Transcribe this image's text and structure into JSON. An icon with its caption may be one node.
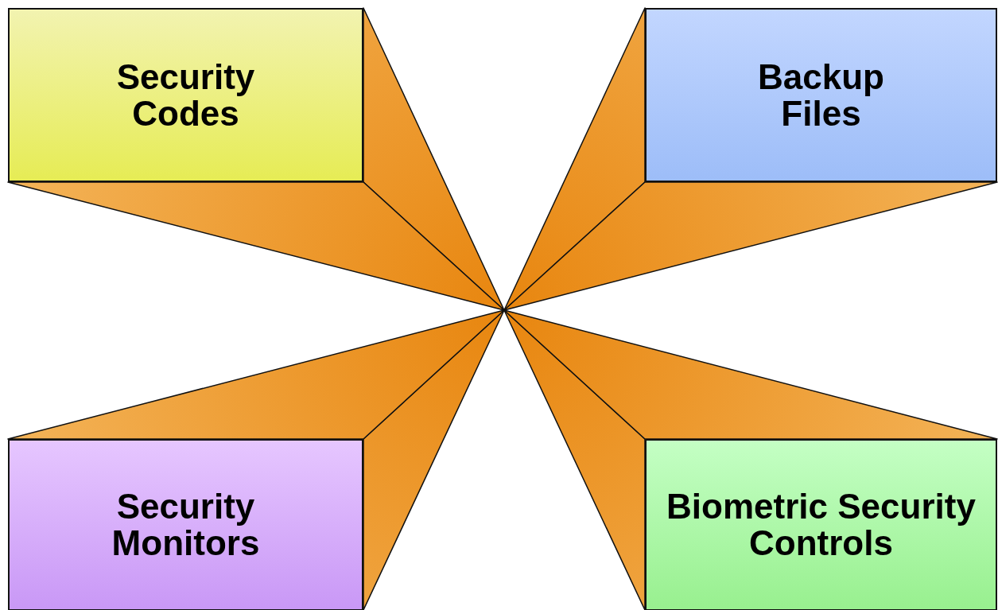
{
  "diagram": {
    "nodes": [
      {
        "text": [
          "Security Codes"
        ]
      },
      {
        "text": [
          "Backup Files"
        ]
      },
      {
        "text": [
          "Security Monitors"
        ]
      },
      {
        "text": [
          "Biometric Security Controls"
        ]
      }
    ]
  }
}
